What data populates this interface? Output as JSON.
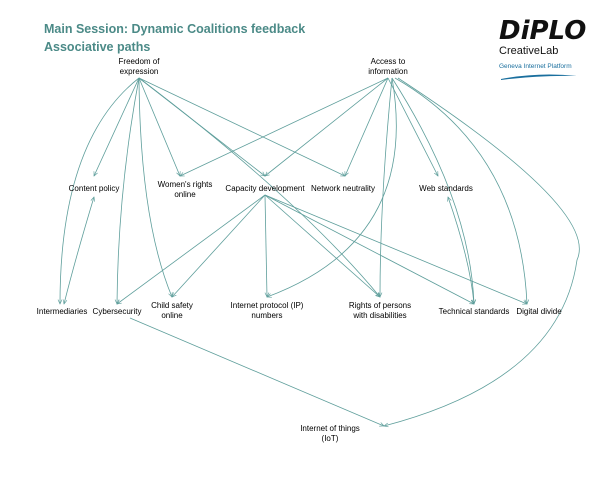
{
  "title": {
    "line1": "Main Session: Dynamic Coalitions feedback",
    "line2": "Associative paths"
  },
  "logo": {
    "wordmark": "DiPLO",
    "line1": "CreativeLab",
    "line2": "Geneva Internet Platform",
    "color": "#1a6f9e"
  },
  "edge_color": "#5e9e9b",
  "nodes": [
    {
      "id": "freedom",
      "label": "Freedom of\nexpression"
    },
    {
      "id": "access",
      "label": "Access to\ninformation"
    },
    {
      "id": "content",
      "label": "Content policy"
    },
    {
      "id": "women",
      "label": "Women's rights\nonline"
    },
    {
      "id": "capacity",
      "label": "Capacity development"
    },
    {
      "id": "netneut",
      "label": "Network neutrality"
    },
    {
      "id": "web",
      "label": "Web standards"
    },
    {
      "id": "intermed",
      "label": "Intermediaries"
    },
    {
      "id": "cyber",
      "label": "Cybersecurity"
    },
    {
      "id": "child",
      "label": "Child safety\nonline"
    },
    {
      "id": "ip",
      "label": "Internet protocol (IP)\nnumbers"
    },
    {
      "id": "rights",
      "label": "Rights of persons\nwith disabilities"
    },
    {
      "id": "tech",
      "label": "Technical standards"
    },
    {
      "id": "digital",
      "label": "Digital divide"
    },
    {
      "id": "iot",
      "label": "Internet of things\n(IoT)"
    }
  ],
  "edges": [
    [
      "freedom",
      "content"
    ],
    [
      "freedom",
      "women"
    ],
    [
      "freedom",
      "capacity"
    ],
    [
      "freedom",
      "netneut"
    ],
    [
      "freedom",
      "intermed"
    ],
    [
      "freedom",
      "cyber"
    ],
    [
      "freedom",
      "child"
    ],
    [
      "freedom",
      "rights"
    ],
    [
      "access",
      "women"
    ],
    [
      "access",
      "capacity"
    ],
    [
      "access",
      "netneut"
    ],
    [
      "access",
      "web"
    ],
    [
      "access",
      "ip"
    ],
    [
      "access",
      "rights"
    ],
    [
      "access",
      "tech"
    ],
    [
      "access",
      "digital"
    ],
    [
      "access",
      "iot"
    ],
    [
      "content",
      "intermed"
    ],
    [
      "capacity",
      "cyber"
    ],
    [
      "capacity",
      "child"
    ],
    [
      "capacity",
      "ip"
    ],
    [
      "capacity",
      "rights"
    ],
    [
      "capacity",
      "tech"
    ],
    [
      "capacity",
      "digital"
    ],
    [
      "web",
      "tech"
    ],
    [
      "cyber",
      "iot"
    ]
  ]
}
